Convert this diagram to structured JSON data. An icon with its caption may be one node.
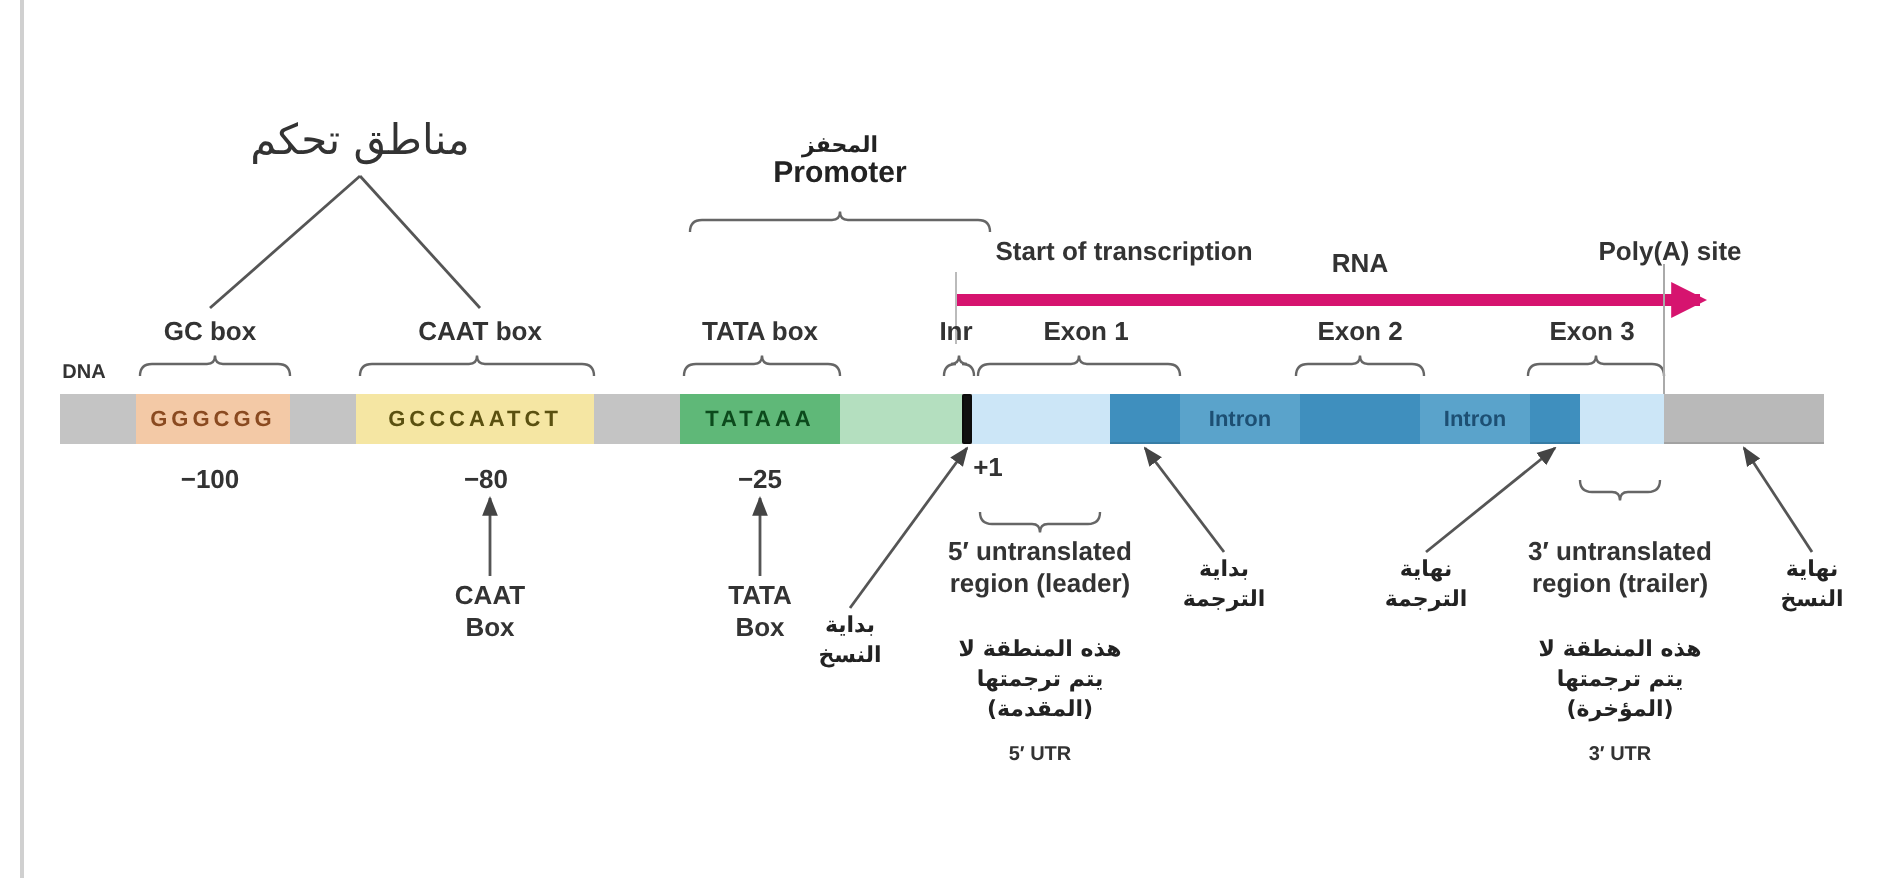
{
  "diagram": {
    "nodes": [
      {
        "text": [
          "مناطق تحكم"
        ]
      },
      {
        "text": [
          "GC box"
        ]
      },
      {
        "text": [
          "CAAT box"
        ]
      },
      {
        "text": [],
        "shape": "bar",
        "beside": [
          "DNA"
        ]
      },
      {
        "text": [
          "GGGCGG"
        ],
        "in": 3
      },
      {
        "text": [
          "GCCCAATCT"
        ],
        "in": 3
      },
      {
        "text": [
          "TATAAA"
        ],
        "in": 3
      },
      {
        "text": [],
        "shape": "bar",
        "in": 3
      },
      {
        "text": [],
        "shape": "box",
        "in": 3
      },
      {
        "text": [
          "Intron"
        ],
        "in": 3
      },
      {
        "text": [
          "Intron"
        ],
        "in": 3
      },
      {
        "text": [],
        "shape": "box",
        "in": 3
      },
      {
        "text": [],
        "shape": "box",
        "in": 3
      },
      {
        "text": [
          "−80"
        ]
      },
      {
        "text": [
          "−25"
        ]
      },
      {
        "text": [
          "CAAT Box"
        ]
      },
      {
        "text": [
          "TATA Box"
        ]
      },
      {
        "text": [
          "بداية النسخ"
        ]
      },
      {
        "text": [
          "بداية الترجمة"
        ]
      },
      {
        "text": [
          "نهاية الترجمة"
        ]
      },
      {
        "text": [
          "نهاية النسخ"
        ]
      }
    ],
    "edges": [
      {
        "from": 0,
        "to": 1,
        "arrow": "none"
      },
      {
        "from": 0,
        "to": 2,
        "arrow": "none"
      },
      {
        "from": 15,
        "to": 13,
        "arrow": "to"
      },
      {
        "from": 16,
        "to": 14,
        "arrow": "to"
      },
      {
        "from": 17,
        "to": 7,
        "arrow": "to"
      },
      {
        "from": 18,
        "to": 8,
        "arrow": "to"
      },
      {
        "from": 19,
        "to": 11,
        "arrow": "to"
      },
      {
        "from": 20,
        "to": 12,
        "arrow": "to"
      }
    ],
    "labels": [
      "المحفز",
      "Promoter",
      "Start of transcription",
      "RNA",
      "Poly(A) site",
      "TATA box",
      "Inr",
      "Exon 1",
      "Exon 2",
      "Exon 3",
      "−100",
      "+1",
      "5′ untranslated region (leader)",
      "هذه المنطقة لا يتم ترجمتها (المقدمة)",
      "5′ UTR",
      "3′ untranslated region (trailer)",
      "هذه المنطقة لا يتم ترجمتها (المؤخرة)",
      "3′ UTR"
    ]
  }
}
